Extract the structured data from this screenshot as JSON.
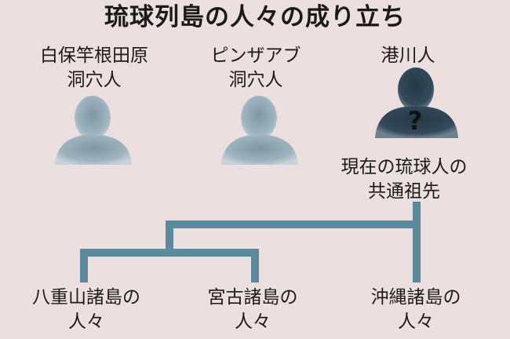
{
  "title": "琉球列島の人々の成り立ち",
  "ancient_people": [
    {
      "line1": "白保竿根田原",
      "line2": "洞穴人"
    },
    {
      "line1": "ピンザアブ",
      "line2": "洞穴人"
    },
    {
      "line1": "港川人",
      "line2": ""
    }
  ],
  "unknown_mark": "?",
  "ancestor": {
    "line1": "現在の琉球人の",
    "line2": "共通祖先"
  },
  "groups": [
    {
      "line1": "八重山諸島の",
      "line2": "人々"
    },
    {
      "line1": "宮古諸島の",
      "line2": "人々"
    },
    {
      "line1": "沖縄諸島の",
      "line2": "人々"
    }
  ],
  "colors": {
    "background": "#ecdfe0",
    "tree": "#5a8a9b",
    "silhouette_light": "#93aab6",
    "silhouette_dark": "#2e4250"
  }
}
